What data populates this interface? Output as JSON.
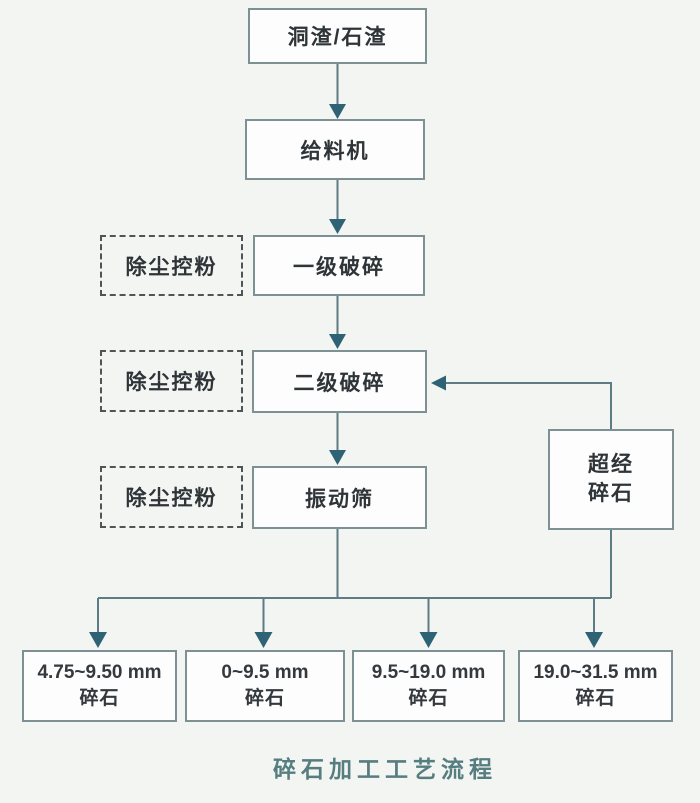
{
  "diagram": {
    "title": "碎石加工工艺流程",
    "nodes": {
      "source": "洞渣/石渣",
      "feeder": "给料机",
      "dust_control": "除尘控粉",
      "primary_crusher": "一级破碎",
      "secondary_crusher": "二级破碎",
      "vibrating_screen": "振动筛",
      "oversize_line1": "超经",
      "oversize_line2": "碎石"
    },
    "products": [
      {
        "size": "4.75~9.50 mm",
        "label": "碎石"
      },
      {
        "size": "0~9.5 mm",
        "label": "碎石"
      },
      {
        "size": "9.5~19.0 mm",
        "label": "碎石"
      },
      {
        "size": "19.0~31.5 mm",
        "label": "碎石"
      }
    ],
    "colors": {
      "background": "#f3f5f2",
      "box_fill": "#fcfdfc",
      "box_border": "#7d9093",
      "dashed_border": "#4f5555",
      "line": "#5d7c83",
      "arrowhead": "#2d6374",
      "text": "#2f3438",
      "title_text": "#567d80"
    }
  }
}
